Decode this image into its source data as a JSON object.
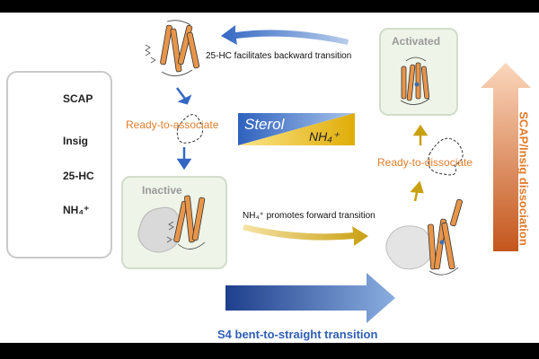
{
  "legend": {
    "scap": "SCAP",
    "insig": "Insig",
    "hc25": "25-HC",
    "nh4": "NH₄⁺"
  },
  "states": {
    "activated": "Activated",
    "inactive": "Inactive"
  },
  "labels": {
    "ready_to_associate": "Ready-to-associate",
    "ready_to_dissociate": "Ready-to-dissociate",
    "backward": "25-HC facilitates backward transition",
    "forward": "NH₄⁺ promotes forward transition",
    "sterol": "Sterol",
    "nh4_bar": "NH₄⁺",
    "s4": "S4 bent-to-straight transition",
    "dissociation": "SCAP/Insig dissociation"
  },
  "colors": {
    "scap_orange": "#e8954a",
    "insig_gray": "#d9d9d9",
    "blue_arrow": "#3467c4",
    "gold_arrow": "#c9a012",
    "state_green": "#eef4e8"
  }
}
